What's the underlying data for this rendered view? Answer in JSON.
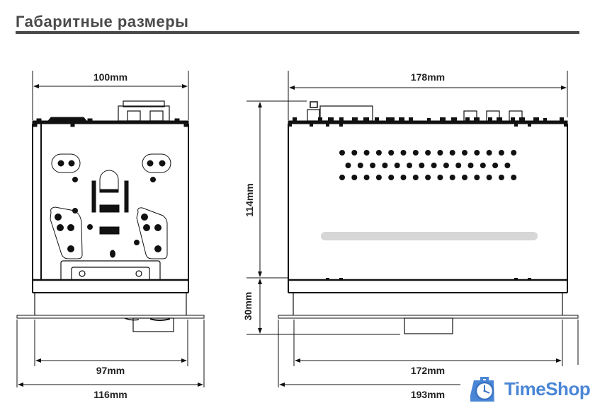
{
  "header": {
    "title": "Габаритные размеры"
  },
  "side_view": {
    "width_top": "100mm",
    "width_inner_bottom": "97mm",
    "width_outer_bottom": "116mm"
  },
  "front_view": {
    "width_top": "178mm",
    "height_body": "114mm",
    "height_base": "30mm",
    "width_inner_bottom": "172mm",
    "width_outer_bottom": "193mm",
    "vent_rows": [
      15,
      14,
      15
    ]
  },
  "watermark": {
    "brand": "TimeShop",
    "color": "#4a86d6"
  },
  "colors": {
    "line": "#111111",
    "title": "#4a4a4a",
    "slot": "#d6d6d6"
  }
}
